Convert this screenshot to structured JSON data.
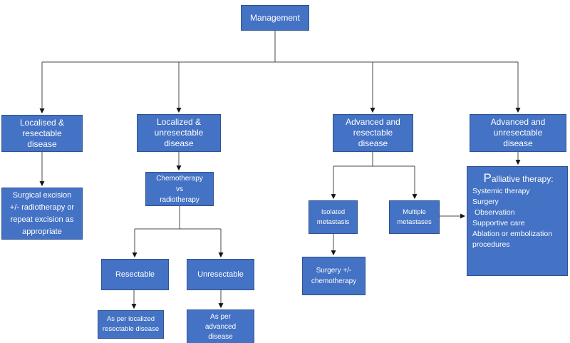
{
  "diagram": {
    "colors": {
      "box_fill": "#4472C4",
      "box_border": "#2F528F",
      "box_text": "#FFFFFF",
      "connector_line": "#4a4a4a",
      "arrowhead": "#141414",
      "background": "#FFFFFF"
    },
    "nodes": {
      "management": {
        "label": "Management"
      },
      "localised_resectable": {
        "label": "Localised &\nresectable\ndisease"
      },
      "localized_unresectable": {
        "label": "Localized &\nunresectable\ndisease"
      },
      "advanced_resectable": {
        "label": "Advanced and\nresectable\ndisease"
      },
      "advanced_unresectable": {
        "label": "Advanced and\nunresectable\ndisease"
      },
      "surgical_excision": {
        "label": "Surgical excision\n+/- radiotherapy or\nrepeat excision as\nappropriate"
      },
      "chemo_vs_radio": {
        "label": "Chemotherapy\nvs\nradiotherapy"
      },
      "resectable": {
        "label": "Resectable"
      },
      "unresectable": {
        "label": "Unresectable"
      },
      "as_per_localized": {
        "label": "As per localized\nresectable disease"
      },
      "as_per_advanced": {
        "label": "As per\nadvanced\ndisease"
      },
      "isolated_metastasis": {
        "label": "Isolated\nmetastasis"
      },
      "multiple_metastases": {
        "label": "Multiple\nmetastases"
      },
      "surgery_chemotherapy": {
        "label": "Surgery +/-\nchemotherapy"
      },
      "palliative": {
        "heading_initial": "P",
        "heading_rest": "alliative therapy:",
        "items": [
          "Systemic therapy",
          "Surgery",
          "Observation",
          "Supportive care",
          "Ablation or embolization procedures"
        ]
      }
    }
  }
}
